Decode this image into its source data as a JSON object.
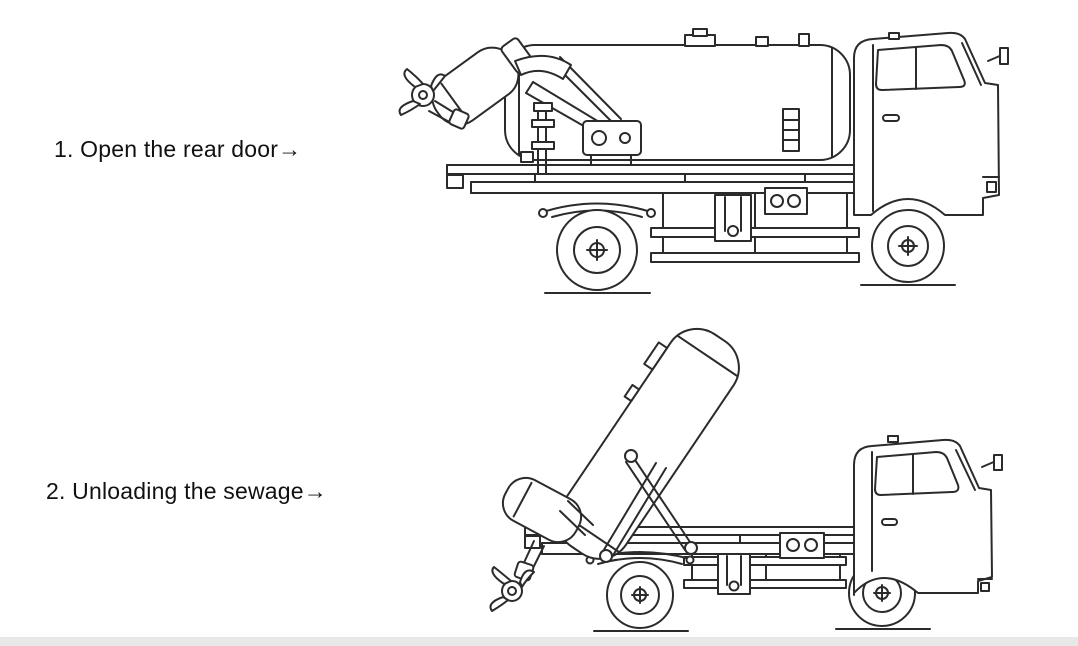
{
  "page": {
    "background": "#ffffff",
    "line_color": "#2b2b2b",
    "bottom_bar_color": "#e8e8e8"
  },
  "steps": [
    {
      "label": "1. Open the rear door→",
      "figure": "sewage-truck-side-view-rear-door-open"
    },
    {
      "label": "2. Unloading the sewage→",
      "figure": "sewage-truck-side-view-tank-tilted-unloading"
    }
  ]
}
